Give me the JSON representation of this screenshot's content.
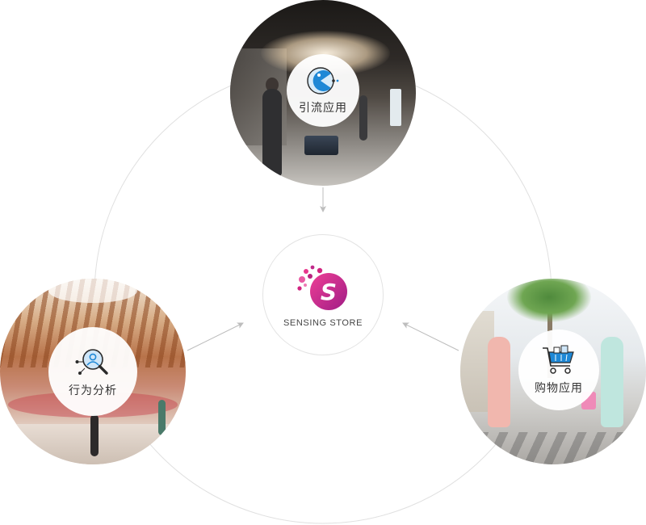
{
  "hub": {
    "label": "SENSING STORE",
    "logo_letter": "S",
    "logo_icon": "sensing-store-logo"
  },
  "nodes": {
    "top": {
      "label": "引流应用",
      "icon": "pacman-icon"
    },
    "left": {
      "label": "行为分析",
      "icon": "user-search-icon"
    },
    "right": {
      "label": "购物应用",
      "icon": "shopping-cart-icon"
    }
  },
  "colors": {
    "accent_blue": "#1e88d6",
    "logo_magenta": "#d1237f",
    "ring": "#e0e0e0",
    "arrow": "#bdbdbd",
    "label_text": "#333333"
  }
}
